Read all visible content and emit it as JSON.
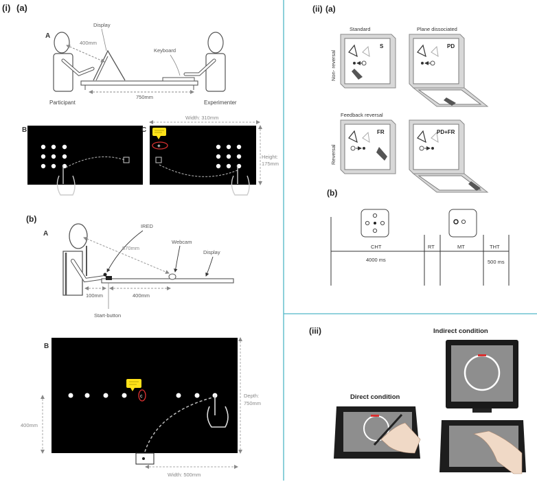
{
  "panel_i": {
    "heading": "(i)",
    "sub_a": "(a)",
    "A": {
      "letter": "A",
      "display_label": "Display",
      "distance_label": "400mm",
      "keyboard_label": "Keyboard",
      "table_length_label": "750mm",
      "participant_label": "Participant",
      "experimenter_label": "Experimenter"
    },
    "B": {
      "letter": "B"
    },
    "C": {
      "letter": "C",
      "width_label": "Width: 310mm",
      "height_label_1": "Height:",
      "height_label_2": "175mm"
    },
    "sub_b": "(b)",
    "bA": {
      "letter": "A",
      "ired_label": "IRED",
      "webcam_label": "Webcam",
      "display_label": "Display",
      "dist_label": "570mm",
      "d100_label": "100mm",
      "d400_label": "400mm",
      "start_button_label": "Start-button"
    },
    "bB": {
      "letter": "B",
      "depth_label_1": "Depth:",
      "depth_label_2": "750mm",
      "left_label": "400mm",
      "width_label": "Width: 500mm"
    }
  },
  "panel_ii": {
    "heading": "(ii)",
    "sub_a": "(a)",
    "standard_title": "Standard",
    "standard_code": "S",
    "plane_title": "Plane dissociated",
    "plane_code": "PD",
    "feedback_title": "Feedback reversal",
    "feedback_code": "FR",
    "pdfr_code": "PD+FR",
    "row1_label": "Non- reversal",
    "row2_label": "Reversal",
    "sub_b": "(b)",
    "timeline": {
      "cht": "CHT",
      "rt": "RT",
      "mt": "MT",
      "tht": "THT",
      "cht_ms": "4000 ms",
      "tht_ms": "500 ms"
    }
  },
  "panel_iii": {
    "heading": "(iii)",
    "indirect_label": "Indirect condition",
    "direct_label": "Direct condition"
  },
  "colors": {
    "divider": "#4fb7c7",
    "yellow": "#ffe21a",
    "red": "#d93030",
    "black": "#000000"
  }
}
